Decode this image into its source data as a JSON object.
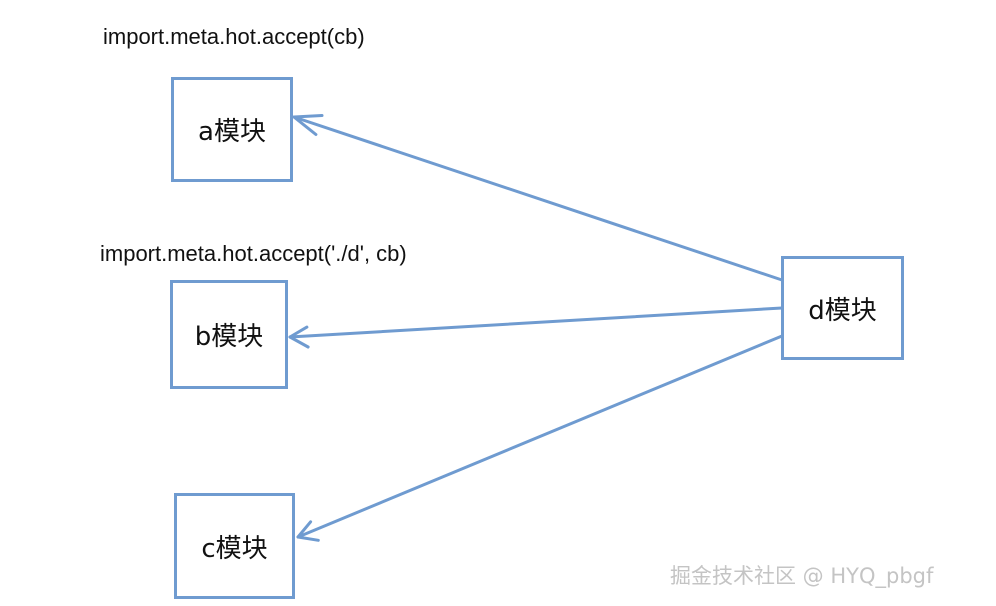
{
  "diagram": {
    "nodes": [
      {
        "id": "a",
        "label": "a模块"
      },
      {
        "id": "b",
        "label": "b模块"
      },
      {
        "id": "c",
        "label": "c模块"
      },
      {
        "id": "d",
        "label": "d模块"
      }
    ],
    "edges": [
      {
        "from": "d",
        "to": "a"
      },
      {
        "from": "d",
        "to": "b"
      },
      {
        "from": "d",
        "to": "c"
      }
    ],
    "annotations": {
      "a": "import.meta.hot.accept(cb)",
      "b": "import.meta.hot.accept('./d', cb)"
    },
    "colors": {
      "stroke": "#6f9bd0",
      "text": "#111111",
      "watermark": "#c4c4c4"
    }
  },
  "watermark": "掘金技术社区 @ HYQ_pbgf"
}
